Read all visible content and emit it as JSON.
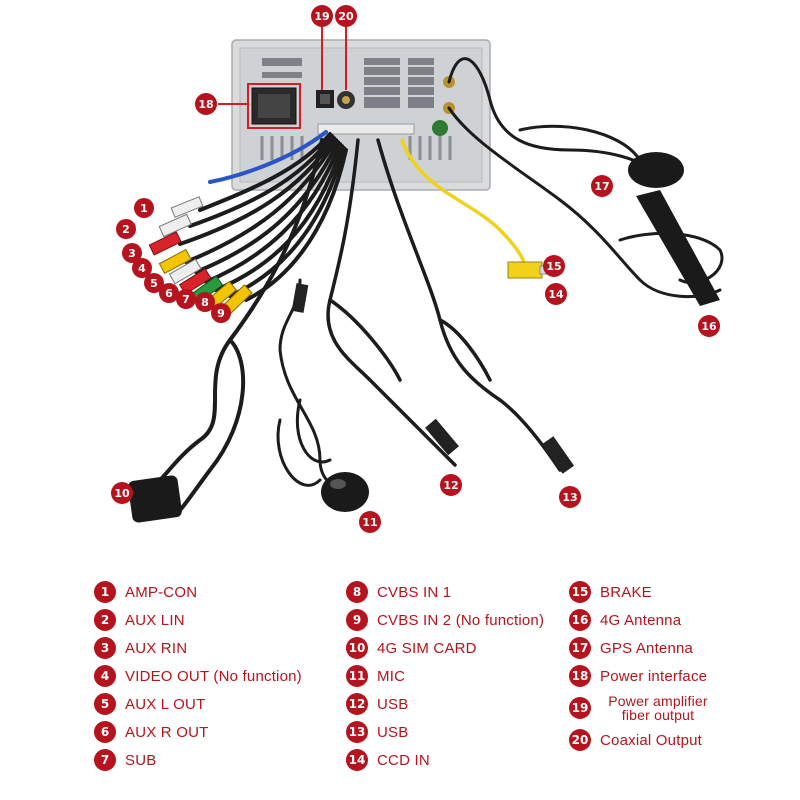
{
  "colors": {
    "badge": "#b5141e",
    "label": "#b5141e",
    "cable": "#1c1c1c",
    "yellow_cable": "#f2d11a",
    "unit_silver": "#d9dbdd"
  },
  "callouts": {
    "c1": "1",
    "c2": "2",
    "c3": "3",
    "c4": "4",
    "c5": "5",
    "c6": "6",
    "c7": "7",
    "c8": "8",
    "c9": "9",
    "c10": "10",
    "c11": "11",
    "c12": "12",
    "c13": "13",
    "c14": "14",
    "c15": "15",
    "c16": "16",
    "c17": "17",
    "c18": "18",
    "c19": "19",
    "c20": "20"
  },
  "legend": {
    "col1": [
      {
        "num": "1",
        "label": "AMP-CON"
      },
      {
        "num": "2",
        "label": "AUX LIN"
      },
      {
        "num": "3",
        "label": "AUX RIN"
      },
      {
        "num": "4",
        "label": "VIDEO OUT (No function)"
      },
      {
        "num": "5",
        "label": "AUX L OUT"
      },
      {
        "num": "6",
        "label": "AUX R OUT"
      },
      {
        "num": "7",
        "label": "SUB"
      }
    ],
    "col2": [
      {
        "num": "8",
        "label": "CVBS IN 1"
      },
      {
        "num": "9",
        "label": "CVBS IN 2 (No function)"
      },
      {
        "num": "10",
        "label": "4G SIM CARD"
      },
      {
        "num": "11",
        "label": "MIC"
      },
      {
        "num": "12",
        "label": "USB"
      },
      {
        "num": "13",
        "label": "USB"
      },
      {
        "num": "14",
        "label": "CCD IN"
      }
    ],
    "col3": [
      {
        "num": "15",
        "label": "BRAKE"
      },
      {
        "num": "16",
        "label": "4G Antenna"
      },
      {
        "num": "17",
        "label": "GPS Antenna"
      },
      {
        "num": "18",
        "label": "Power interface"
      },
      {
        "num": "19",
        "label": "Power amplifier fiber output"
      },
      {
        "num": "20",
        "label": "Coaxial Output"
      }
    ]
  }
}
